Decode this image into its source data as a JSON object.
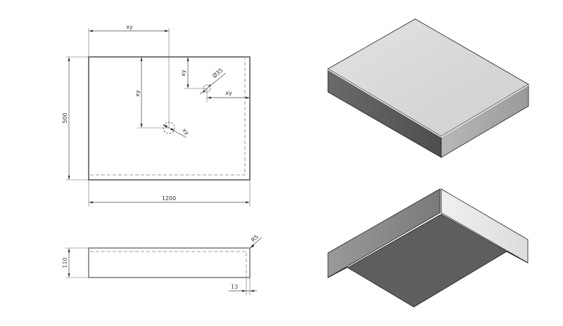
{
  "drawing": {
    "top_view": {
      "labels": {
        "width": "1200",
        "depth": "500",
        "center_hole_x": "xy",
        "center_hole_y": "xy",
        "center_hole_dia": "xy",
        "small_hole_y": "xy",
        "small_hole_x": "xy",
        "small_hole_dia": "Ø35"
      }
    },
    "side_view": {
      "labels": {
        "height": "110",
        "radius": "R5",
        "thickness": "13"
      }
    },
    "iso_views": [
      {
        "name": "top-isometric",
        "description": "Solid slab viewed from above"
      },
      {
        "name": "bottom-isometric",
        "description": "Underside showing folded edges"
      }
    ]
  },
  "colors": {
    "line": "#222222",
    "dim_line": "#555555",
    "hidden_line": "#999999",
    "top_face": "#d8d8d8",
    "front_left_face": "#5a5a5a",
    "front_right_face": "#a8a8a8",
    "under_face": "#5e5e5e",
    "flange_left": "#8a8a8a",
    "flange_right": "#e6e6e6"
  }
}
